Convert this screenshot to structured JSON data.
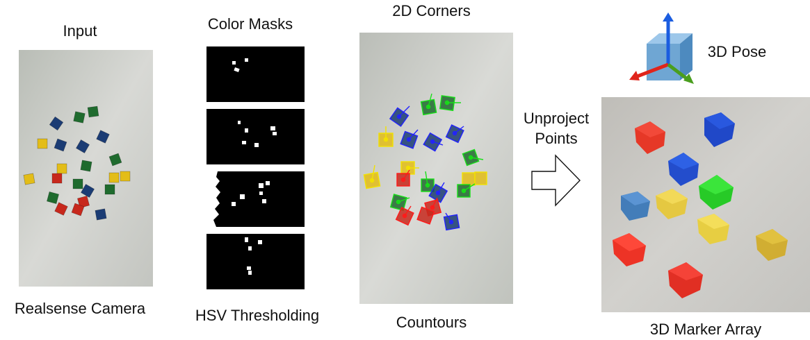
{
  "stages": {
    "input": {
      "title": "Input",
      "caption": "Realsense Camera"
    },
    "masks": {
      "title": "Color Masks",
      "caption": "HSV Thresholding"
    },
    "corners": {
      "title": "2D Corners",
      "caption": "Countours"
    },
    "unproject": {
      "line1": "Unproject",
      "line2": "Points"
    },
    "pose": {
      "title": "3D Pose"
    },
    "markers": {
      "caption": "3D Marker Array"
    }
  },
  "colors": {
    "red": "#d22a1e",
    "green": "#1f7a32",
    "blue": "#1d3f78",
    "yellow": "#e7c21a",
    "table": "#cfd0cc",
    "axis_x": "#e0241b",
    "axis_y": "#1b5de0",
    "axis_z": "#4a9e1e",
    "cube": "#6fa6d3"
  },
  "icons": [
    "arrow-right-icon",
    "pose-axes-icon"
  ]
}
